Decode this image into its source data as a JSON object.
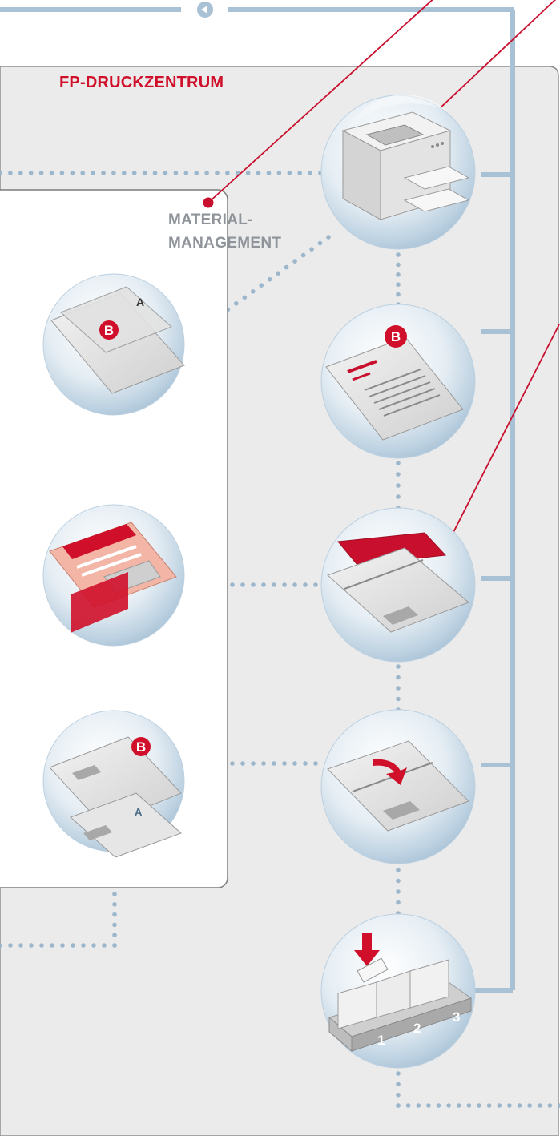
{
  "panel": {
    "title": "FP-DRUCKZENTRUM"
  },
  "material_management": {
    "title_line1": "MATERIAL-",
    "title_line2": "MANAGEMENT"
  },
  "icons": {
    "nav": "back-arrow-icon",
    "printer": "printer-icon",
    "letter": "letter-document-icon",
    "envelope": "envelope-insert-icon",
    "insert": "envelope-arrow-icon",
    "sorting": "mail-sorting-bins-icon",
    "mm_sheets": "paper-sheets-icon",
    "mm_brochure": "brochure-flyer-icon",
    "mm_envelopes": "window-envelopes-icon"
  },
  "bin_labels": [
    "1",
    "2",
    "3"
  ],
  "brand_marks": {
    "letter_b": "B",
    "letter_a": "A"
  },
  "colors": {
    "accent_red": "#d0102a",
    "connector_blue": "#a9c1d5",
    "dot_blue": "#9cb6cc",
    "panel_bg": "#ebebeb",
    "panel_border": "#8f8f8f",
    "box_border": "#7c7c7c",
    "heading_grey": "#8f949a"
  }
}
